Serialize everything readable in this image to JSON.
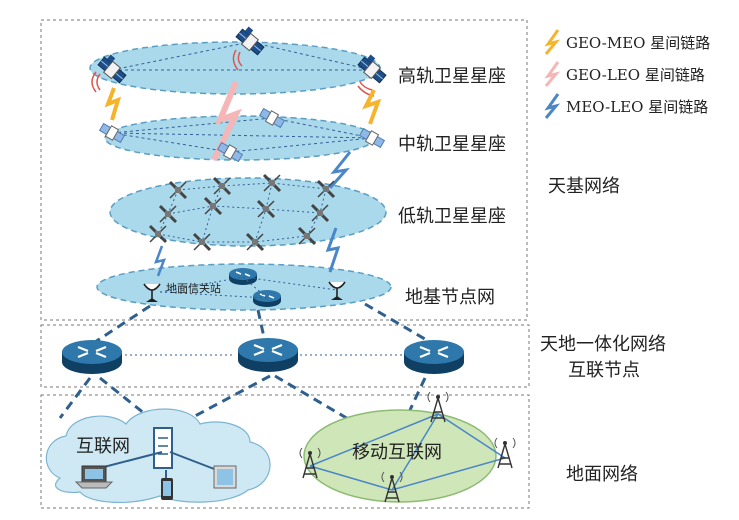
{
  "legend": [
    {
      "label": "GEO-MEO 星间链路",
      "color": "#f5b42c",
      "icon": "lightning-bolt-icon"
    },
    {
      "label": "GEO-LEO 星间链路",
      "color": "#f4b6b6",
      "icon": "lightning-bolt-icon"
    },
    {
      "label": "MEO-LEO 星间链路",
      "color": "#4a86c8",
      "icon": "lightning-bolt-icon"
    }
  ],
  "layers": {
    "geo": "高轨卫星星座",
    "meo": "中轨卫星星座",
    "leo": "低轨卫星星座",
    "ground_node": "地基节点网"
  },
  "ground_station": "地面信关站",
  "sections": {
    "space": "天基网络",
    "interconnect_line1": "天地一体化网络",
    "interconnect_line2": "互联节点",
    "ground": "地面网络"
  },
  "clouds": {
    "internet": "互联网",
    "mobile": "移动互联网"
  },
  "colors": {
    "orbit_fill": "#a9d9ea",
    "orbit_stroke": "#5b9ec4",
    "router": "#1c5f8c",
    "mobile_cloud": "#cfe6b8",
    "internet_cloud": "#cfe9f4",
    "dash_link": "#2f5f8c"
  }
}
